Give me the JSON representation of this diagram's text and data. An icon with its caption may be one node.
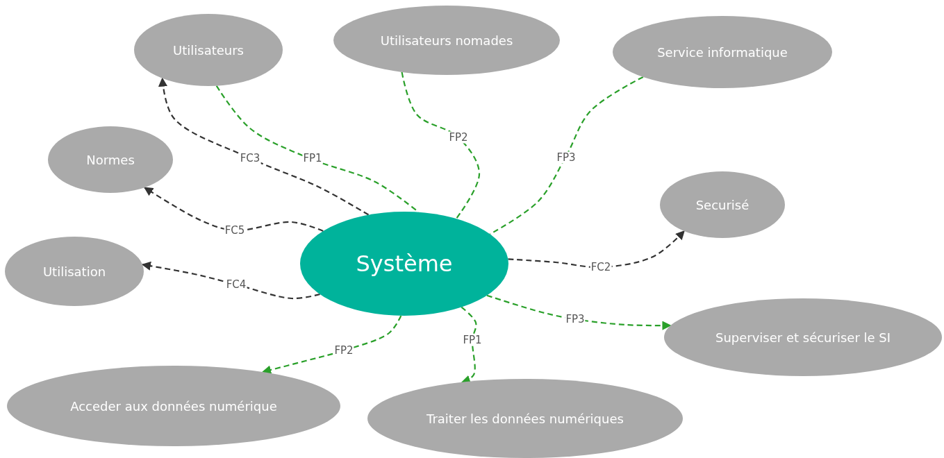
{
  "diagram": {
    "nodes": [
      {
        "text": [
          "Utilisateurs"
        ]
      },
      {
        "text": [
          "Utilisateurs nomades"
        ]
      },
      {
        "text": [
          "Service informatique"
        ]
      },
      {
        "text": [
          "Normes"
        ]
      },
      {
        "text": [
          "Securisé"
        ]
      },
      {
        "text": [
          "Système"
        ]
      },
      {
        "text": [
          "Utilisation"
        ]
      },
      {
        "text": [
          "Superviser et sécuriser le SI"
        ]
      },
      {
        "text": [
          "Acceder aux données numérique"
        ]
      },
      {
        "text": [
          "Traiter les données numériques"
        ]
      }
    ],
    "edges": [
      {
        "from": 0,
        "to": 5,
        "arrow": "none",
        "label": "FP1",
        "style": "dashed"
      },
      {
        "from": 1,
        "to": 5,
        "arrow": "none",
        "label": "FP2",
        "style": "dashed"
      },
      {
        "from": 2,
        "to": 5,
        "arrow": "none",
        "label": "FP3",
        "style": "dashed"
      },
      {
        "from": 5,
        "to": 0,
        "arrow": "to",
        "label": "FC3",
        "style": "dashed",
        "color": "#333333"
      },
      {
        "from": 5,
        "to": 3,
        "arrow": "to",
        "label": "FC5",
        "style": "dashed",
        "color": "#333333"
      },
      {
        "from": 5,
        "to": 6,
        "arrow": "to",
        "label": "FC4",
        "style": "dashed",
        "color": "#333333"
      },
      {
        "from": 5,
        "to": 4,
        "arrow": "to",
        "label": "FC2",
        "style": "dashed",
        "color": "#333333"
      },
      {
        "from": 5,
        "to": 7,
        "arrow": "to",
        "label": "FP3",
        "style": "dashed"
      },
      {
        "from": 5,
        "to": 9,
        "arrow": "to",
        "label": "FP1",
        "style": "dashed"
      },
      {
        "from": 5,
        "to": 8,
        "arrow": "to",
        "label": "FP2",
        "style": "dashed"
      }
    ]
  }
}
